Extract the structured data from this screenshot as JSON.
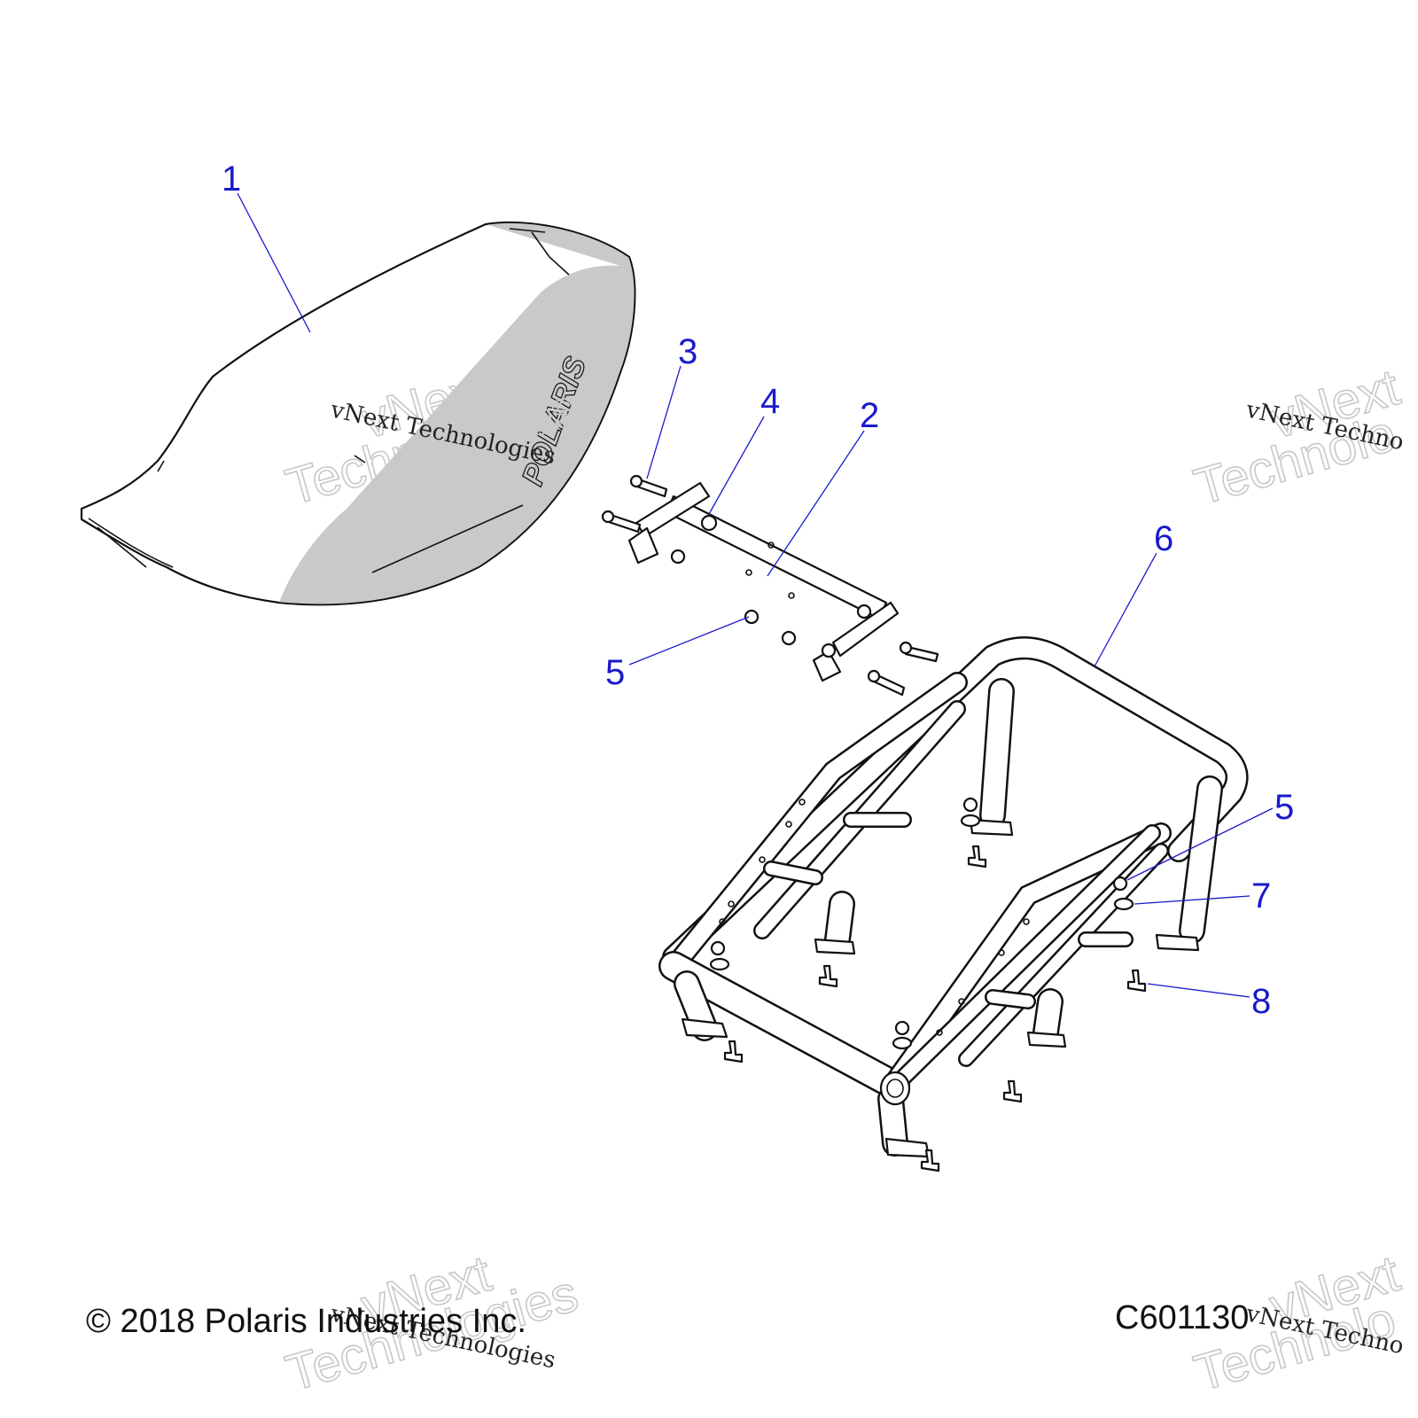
{
  "diagram": {
    "callouts": [
      "1",
      "2",
      "3",
      "4",
      "5",
      "5",
      "6",
      "7",
      "8"
    ],
    "seat_logo": "POLARIS"
  },
  "footer": {
    "copyright": "© 2018 Polaris Industries Inc.",
    "figure_code": "C601130"
  },
  "watermark": {
    "small_text": "vNext Technologies",
    "large_line1": "vNext",
    "large_line2": "Technologies",
    "partial_small": "vNext Techno",
    "partial_line2": "Technolo"
  },
  "colors": {
    "callout": "#1a1acc",
    "line": "#111111",
    "seat_shade": "#c9c9c9",
    "watermark_outline": "#c8c8c8"
  }
}
